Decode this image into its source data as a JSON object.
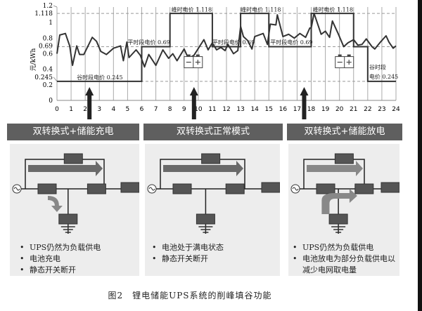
{
  "chart_data": {
    "type": "line",
    "ylabel": "元/kWh",
    "xlim": [
      0,
      24
    ],
    "ylim": [
      0,
      1.2
    ],
    "x_ticks": [
      "0",
      "1",
      "2",
      "3",
      "4",
      "5",
      "6",
      "7",
      "8",
      "9",
      "10",
      "11",
      "12",
      "13",
      "14",
      "15",
      "16",
      "17",
      "18",
      "19",
      "20",
      "21",
      "22",
      "23",
      "24"
    ],
    "y_ticks": [
      "0",
      "0.2",
      "0.245",
      "0.4",
      "0.6",
      "0.69",
      "0.8",
      "1",
      "1.118",
      "1.2"
    ],
    "y_tick_values": [
      0,
      0.2,
      0.245,
      0.4,
      0.6,
      0.69,
      0.8,
      1,
      1.118,
      1.2
    ],
    "grid": true,
    "series": [
      {
        "name": "load",
        "points": [
          [
            0,
            0.6
          ],
          [
            0.2,
            0.84
          ],
          [
            0.6,
            0.86
          ],
          [
            0.9,
            0.7
          ],
          [
            1.1,
            0.45
          ],
          [
            1.4,
            0.7
          ],
          [
            1.6,
            0.59
          ],
          [
            1.9,
            0.59
          ],
          [
            2.5,
            0.81
          ],
          [
            2.8,
            0.76
          ],
          [
            3.1,
            0.63
          ],
          [
            3.5,
            0.59
          ],
          [
            4,
            0.67
          ],
          [
            4.5,
            0.7
          ],
          [
            4.7,
            0.51
          ],
          [
            4.95,
            0.75
          ],
          [
            5.1,
            0.55
          ],
          [
            5.6,
            0.65
          ],
          [
            5.9,
            0.58
          ],
          [
            6.2,
            0.43
          ],
          [
            6.5,
            0.59
          ],
          [
            7,
            0.45
          ],
          [
            7.5,
            0.65
          ],
          [
            7.9,
            0.54
          ],
          [
            8.2,
            0.6
          ],
          [
            8.5,
            0.51
          ],
          [
            9,
            0.66
          ],
          [
            9.3,
            0.54
          ],
          [
            9.7,
            0.58
          ],
          [
            10.4,
            0.78
          ],
          [
            10.7,
            0.65
          ],
          [
            11,
            0.74
          ],
          [
            11.3,
            0.65
          ],
          [
            11.6,
            0.68
          ],
          [
            11.9,
            0.64
          ],
          [
            12.1,
            0.72
          ],
          [
            12.5,
            0.6
          ],
          [
            12.8,
            0.64
          ],
          [
            13,
            0.95
          ],
          [
            13.2,
            0.82
          ],
          [
            13.5,
            0.77
          ],
          [
            13.8,
            0.66
          ],
          [
            14,
            0.82
          ],
          [
            14.6,
            0.86
          ],
          [
            14.9,
            0.72
          ],
          [
            15.1,
            0.98
          ],
          [
            15.5,
            0.97
          ],
          [
            15.6,
            1.1
          ],
          [
            16,
            0.82
          ],
          [
            16.4,
            0.85
          ],
          [
            16.8,
            0.8
          ],
          [
            17.2,
            0.86
          ],
          [
            17.6,
            0.81
          ],
          [
            17.9,
            0.93
          ],
          [
            18,
            0.93
          ],
          [
            18.2,
            1.12
          ],
          [
            18.7,
            0.85
          ],
          [
            19,
            0.89
          ],
          [
            19.3,
            0.81
          ],
          [
            19.5,
            1.02
          ],
          [
            19.9,
            0.86
          ],
          [
            20.3,
            0.69
          ],
          [
            20.6,
            0.74
          ],
          [
            21,
            0.78
          ],
          [
            21.3,
            0.71
          ],
          [
            21.6,
            0.72
          ],
          [
            21.9,
            0.79
          ],
          [
            22.3,
            0.69
          ],
          [
            22.5,
            0.66
          ],
          [
            22.9,
            0.75
          ],
          [
            23.3,
            0.83
          ],
          [
            23.5,
            0.75
          ],
          [
            23.8,
            0.67
          ],
          [
            24,
            0.7
          ]
        ]
      },
      {
        "name": "price",
        "steps": [
          [
            0,
            6,
            0.245
          ],
          [
            6,
            8,
            0.69
          ],
          [
            8,
            11,
            1.118
          ],
          [
            11,
            13,
            0.69
          ],
          [
            13,
            15,
            1.118
          ],
          [
            15,
            18,
            0.69
          ],
          [
            18,
            21,
            1.118
          ],
          [
            21,
            22,
            0.69
          ],
          [
            22,
            24,
            0.245
          ]
        ]
      }
    ],
    "reference_lines": [
      0.245,
      0.69,
      1.118
    ],
    "annotations": [
      {
        "text": "谷时段电价 0.245",
        "x": 1.4,
        "y": 0.27
      },
      {
        "text": "平时段电价 0.69",
        "x": 5,
        "y": 0.72
      },
      {
        "text": "峰时电价 1.118",
        "x": 8.1,
        "y": 1.14
      },
      {
        "text": "平时段电价 0.69",
        "x": 11,
        "y": 0.72
      },
      {
        "text": "峰时电价 1.118",
        "x": 13,
        "y": 1.14
      },
      {
        "text": "平时段电价 0.69",
        "x": 15.1,
        "y": 0.72
      },
      {
        "text": "峰时电价 1.118",
        "x": 18.1,
        "y": 1.14
      },
      {
        "text": "谷时段",
        "x": 22.1,
        "y": 0.4
      },
      {
        "text": "电价 0.245",
        "x": 22.1,
        "y": 0.28
      }
    ],
    "battery_icons_at": [
      9.6,
      20.3
    ],
    "arrows_at": [
      2.3,
      9.7,
      17.5
    ]
  },
  "panels": [
    {
      "title": "双转换式+储能充电",
      "mode": "charge",
      "bullets": [
        "UPS仍然为负载供电",
        "电池充电",
        "静态开关断开"
      ]
    },
    {
      "title": "双转换式正常模式",
      "mode": "normal",
      "bullets": [
        "电池处于满电状态",
        "静态开关断开"
      ]
    },
    {
      "title": "双转换式+储能放电",
      "mode": "discharge",
      "bullets": [
        "UPS仍然为负载供电",
        "电池放电为部分负载供电以减少电网取电量"
      ]
    }
  ],
  "caption": "图2　锂电储能UPS系统的削峰填谷功能",
  "colors": {
    "line": "#333333",
    "header": "#5f5f5f",
    "panel": "#ededed",
    "arrow": "#6a6a6a",
    "box": "#4a4a4a"
  }
}
